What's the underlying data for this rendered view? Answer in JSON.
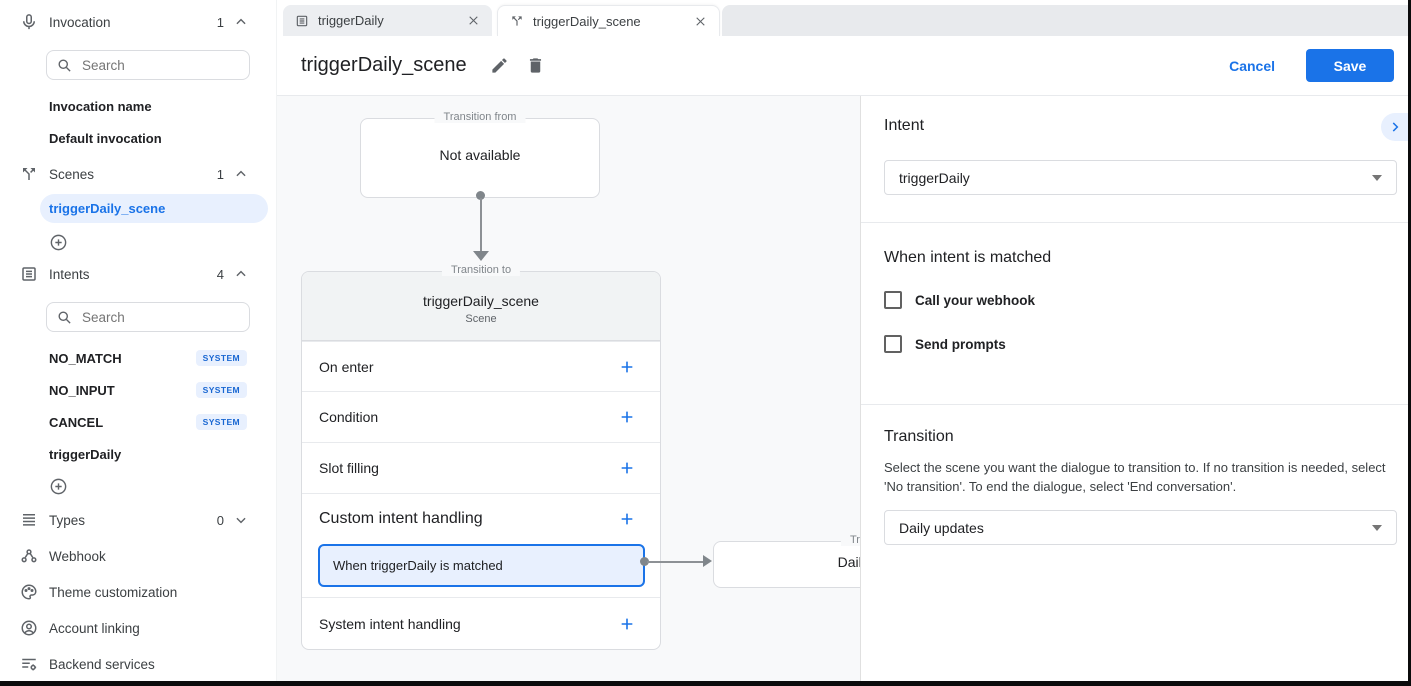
{
  "colors": {
    "accent_blue": "#1a73e8",
    "selection_blue_bg": "#e8f0fe",
    "badge_text_blue": "#1967d2",
    "canvas_bg": "#f8f9fa",
    "card_header_bg": "#f1f3f4",
    "border_gray": "#dadce0"
  },
  "tabs": [
    {
      "label": "triggerDaily"
    },
    {
      "label": "triggerDaily_scene"
    }
  ],
  "header": {
    "title": "triggerDaily_scene",
    "cancel_label": "Cancel",
    "save_label": "Save"
  },
  "sidebar": {
    "search_placeholder": "Search",
    "sections": {
      "invocation": {
        "label": "Invocation",
        "count": "1"
      },
      "scenes": {
        "label": "Scenes",
        "count": "1"
      },
      "intents": {
        "label": "Intents",
        "count": "4"
      },
      "types": {
        "label": "Types",
        "count": "0"
      }
    },
    "invocation_items": [
      {
        "label": "Invocation name"
      },
      {
        "label": "Default invocation"
      }
    ],
    "scene_items": [
      {
        "label": "triggerDaily_scene",
        "selected": true
      }
    ],
    "intent_items": [
      {
        "label": "NO_MATCH",
        "badge": "SYSTEM"
      },
      {
        "label": "NO_INPUT",
        "badge": "SYSTEM"
      },
      {
        "label": "CANCEL",
        "badge": "SYSTEM"
      },
      {
        "label": "triggerDaily",
        "badge": ""
      }
    ],
    "footer_items": [
      {
        "label": "Webhook"
      },
      {
        "label": "Theme customization"
      },
      {
        "label": "Account linking"
      },
      {
        "label": "Backend services"
      }
    ]
  },
  "canvas": {
    "transition_from": {
      "legend": "Transition from",
      "body": "Not available"
    },
    "scene_card": {
      "legend": "Transition to",
      "title": "triggerDaily_scene",
      "subtitle": "Scene",
      "rows": [
        {
          "label": "On enter"
        },
        {
          "label": "Condition"
        },
        {
          "label": "Slot filling"
        },
        {
          "label": "Custom intent handling"
        },
        {
          "label": "System intent handling"
        }
      ],
      "selected_handler": {
        "label": "When triggerDaily is matched"
      }
    },
    "target_node": {
      "legend": "Transition to",
      "body": "Daily updates"
    }
  },
  "panel": {
    "intent": {
      "heading": "Intent",
      "selected_value": "triggerDaily"
    },
    "when_matched": {
      "heading": "When intent is matched",
      "checkboxes": [
        {
          "label": "Call your webhook",
          "checked": false
        },
        {
          "label": "Send prompts",
          "checked": false
        }
      ]
    },
    "transition": {
      "heading": "Transition",
      "description": "Select the scene you want the dialogue to transition to. If no transition is needed, select 'No transition'. To end the dialogue, select 'End conversation'.",
      "selected_value": "Daily updates"
    }
  }
}
